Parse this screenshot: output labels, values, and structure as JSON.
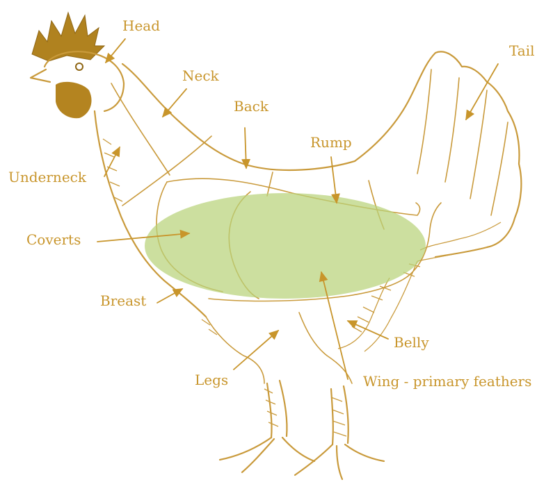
{
  "diagram": {
    "labels": {
      "head": "Head",
      "neck": "Neck",
      "back": "Back",
      "rump": "Rump",
      "tail": "Tail",
      "underneck": "Underneck",
      "coverts": "Coverts",
      "breast": "Breast",
      "belly": "Belly",
      "legs": "Legs",
      "wing": "Wing - primary feathers"
    },
    "colors": {
      "ink": "#c8952b",
      "highlight": "#b9d27a"
    },
    "highlight_region": "wing"
  }
}
